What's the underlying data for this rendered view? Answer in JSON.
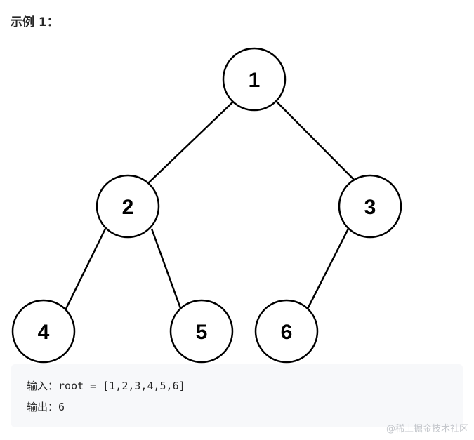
{
  "heading": "示例 1：",
  "tree": {
    "nodes": [
      {
        "id": "1",
        "label": "1"
      },
      {
        "id": "2",
        "label": "2"
      },
      {
        "id": "3",
        "label": "3"
      },
      {
        "id": "4",
        "label": "4"
      },
      {
        "id": "5",
        "label": "5"
      },
      {
        "id": "6",
        "label": "6"
      }
    ],
    "edges": [
      [
        "1",
        "2"
      ],
      [
        "1",
        "3"
      ],
      [
        "2",
        "4"
      ],
      [
        "2",
        "5"
      ],
      [
        "3",
        "6"
      ]
    ]
  },
  "example": {
    "input_label": "输入：",
    "input_value": "root = [1,2,3,4,5,6]",
    "output_label": "输出：",
    "output_value": "6"
  },
  "watermark": "@稀土掘金技术社区"
}
